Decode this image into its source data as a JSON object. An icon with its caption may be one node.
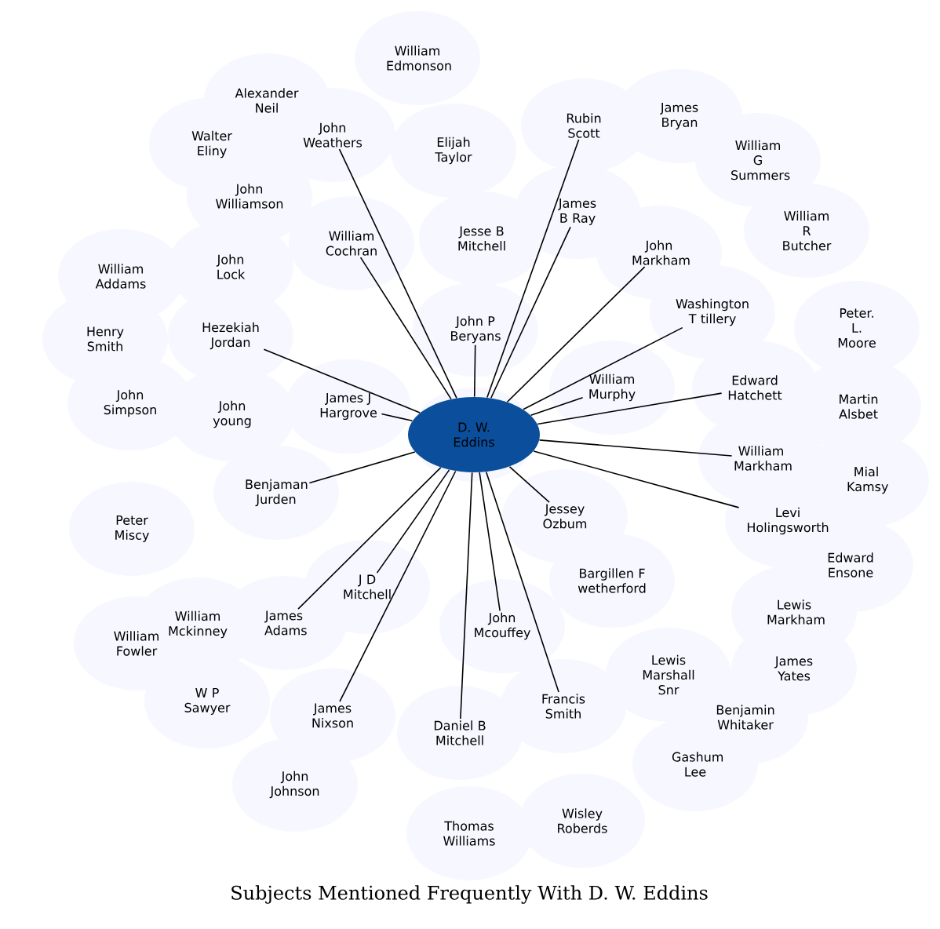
{
  "diagram": {
    "title": "Subjects Mentioned Frequently With D. W. Eddins",
    "nodes": [
      {
        "text": [
          "D. W. Eddins"
        ]
      },
      {
        "text": [
          "William Edmonson"
        ]
      },
      {
        "text": [
          "Alexander Neil"
        ]
      },
      {
        "text": [
          "John Weathers"
        ]
      },
      {
        "text": [
          "Elijah Taylor"
        ]
      },
      {
        "text": [
          "Rubin Scott"
        ]
      },
      {
        "text": [
          "James Bryan"
        ]
      },
      {
        "text": [
          "Walter Eliny"
        ]
      },
      {
        "text": [
          "William G Summers"
        ]
      },
      {
        "text": [
          "Jesse B Mitchell"
        ]
      },
      {
        "text": [
          "James B Ray"
        ]
      },
      {
        "text": [
          "John Williamson"
        ]
      },
      {
        "text": [
          "William R Butcher"
        ]
      },
      {
        "text": [
          "John Markham"
        ]
      },
      {
        "text": [
          "William Cochran"
        ]
      },
      {
        "text": [
          "John Lock"
        ]
      },
      {
        "text": [
          "William Addams"
        ]
      },
      {
        "text": [
          "Washington T tillery"
        ]
      },
      {
        "text": [
          "John P Beryans"
        ]
      },
      {
        "text": [
          "Peter. L. Moore"
        ]
      },
      {
        "text": [
          "Henry Smith"
        ]
      },
      {
        "text": [
          "Hezekiah Jordan"
        ]
      },
      {
        "text": [
          "James J Hargrove"
        ]
      },
      {
        "text": [
          "William Murphy"
        ]
      },
      {
        "text": [
          "Edward Hatchett"
        ]
      },
      {
        "text": [
          "Martin Alsbet"
        ]
      },
      {
        "text": [
          "John Simpson"
        ]
      },
      {
        "text": [
          "John young"
        ]
      },
      {
        "text": [
          "William Markham"
        ]
      },
      {
        "text": [
          "Mial Kamsy"
        ]
      },
      {
        "text": [
          "Benjaman Jurden"
        ]
      },
      {
        "text": [
          "Peter Miscy"
        ]
      },
      {
        "text": [
          "Levi Holingsworth"
        ]
      },
      {
        "text": [
          "Jessey Ozbum"
        ]
      },
      {
        "text": [
          "Edward Ensone"
        ]
      },
      {
        "text": [
          "Bargillen F wetherford"
        ]
      },
      {
        "text": [
          "J D Mitchell"
        ]
      },
      {
        "text": [
          "William Mckinney"
        ]
      },
      {
        "text": [
          "James Adams"
        ]
      },
      {
        "text": [
          "John Mcouffey"
        ]
      },
      {
        "text": [
          "Lewis Markham"
        ]
      },
      {
        "text": [
          "James Yates"
        ]
      },
      {
        "text": [
          "Lewis Marshall Snr"
        ]
      },
      {
        "text": [
          "William Fowler"
        ]
      },
      {
        "text": [
          "W P Sawyer"
        ]
      },
      {
        "text": [
          "James Nixson"
        ]
      },
      {
        "text": [
          "Francis Smith"
        ]
      },
      {
        "text": [
          "Daniel B Mitchell"
        ]
      },
      {
        "text": [
          "Benjamin Whitaker"
        ]
      },
      {
        "text": [
          "Gashum Lee"
        ]
      },
      {
        "text": [
          "John Johnson"
        ]
      },
      {
        "text": [
          "Thomas Williams"
        ]
      },
      {
        "text": [
          "Wisley Roberds"
        ]
      }
    ],
    "edges": [
      {
        "from": 0,
        "to": 3,
        "arrow": "none"
      },
      {
        "from": 0,
        "to": 5,
        "arrow": "none"
      },
      {
        "from": 0,
        "to": 10,
        "arrow": "none"
      },
      {
        "from": 0,
        "to": 13,
        "arrow": "none"
      },
      {
        "from": 0,
        "to": 14,
        "arrow": "none"
      },
      {
        "from": 0,
        "to": 17,
        "arrow": "none"
      },
      {
        "from": 0,
        "to": 18,
        "arrow": "none"
      },
      {
        "from": 0,
        "to": 21,
        "arrow": "none"
      },
      {
        "from": 0,
        "to": 22,
        "arrow": "none"
      },
      {
        "from": 0,
        "to": 23,
        "arrow": "none"
      },
      {
        "from": 0,
        "to": 24,
        "arrow": "none"
      },
      {
        "from": 0,
        "to": 28,
        "arrow": "none"
      },
      {
        "from": 0,
        "to": 30,
        "arrow": "none"
      },
      {
        "from": 0,
        "to": 32,
        "arrow": "none"
      },
      {
        "from": 0,
        "to": 33,
        "arrow": "none"
      },
      {
        "from": 0,
        "to": 36,
        "arrow": "none"
      },
      {
        "from": 0,
        "to": 38,
        "arrow": "none"
      },
      {
        "from": 0,
        "to": 39,
        "arrow": "none"
      },
      {
        "from": 0,
        "to": 45,
        "arrow": "none"
      },
      {
        "from": 0,
        "to": 46,
        "arrow": "none"
      },
      {
        "from": 0,
        "to": 47,
        "arrow": "none"
      }
    ]
  }
}
